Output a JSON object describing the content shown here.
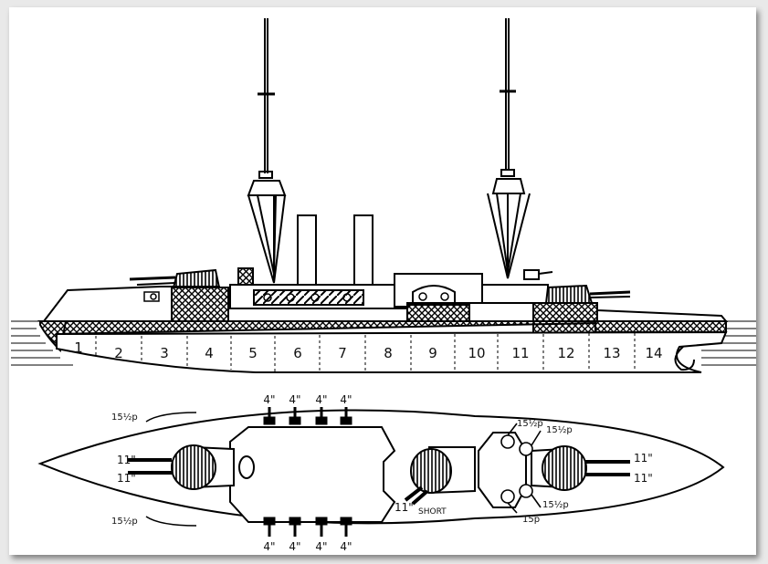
{
  "profile": {
    "compartments": [
      "1",
      "2",
      "3",
      "4",
      "5",
      "6",
      "7",
      "8",
      "9",
      "10",
      "11",
      "12",
      "13",
      "14"
    ]
  },
  "plan": {
    "side_gun_top": [
      "4\"",
      "4\"",
      "4\"",
      "4\""
    ],
    "side_gun_bottom": [
      "4\"",
      "4\"",
      "4\"",
      "4\""
    ],
    "fore_guns": [
      "11\"",
      "11\""
    ],
    "aft_guns": [
      "11\"",
      "11\""
    ],
    "mid_gun": "11\"",
    "mid_gun_note": "SHORT",
    "light_gun_fore_top": "15½p",
    "light_gun_fore_bottom": "15½p",
    "light_guns_aft": [
      "15½p",
      "15½p",
      "15½p",
      "15p"
    ]
  }
}
